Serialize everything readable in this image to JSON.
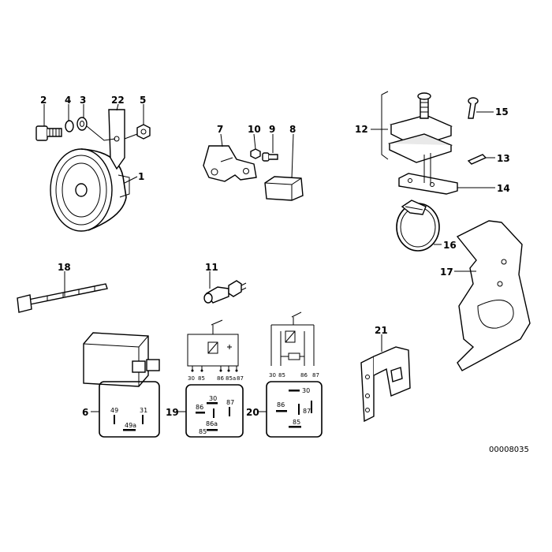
{
  "callouts": {
    "c1": "1",
    "c2": "2",
    "c3": "3",
    "c4": "4",
    "c5": "5",
    "c6": "6",
    "c7": "7",
    "c8": "8",
    "c9": "9",
    "c10": "10",
    "c11": "11",
    "c12": "12",
    "c13": "13",
    "c14": "14",
    "c15": "15",
    "c16": "16",
    "c17": "17",
    "c18": "18",
    "c19": "19",
    "c20": "20",
    "c21": "21",
    "c22": "22"
  },
  "relay_6": {
    "p49": "49",
    "p31": "31",
    "p49a": "49a"
  },
  "relay_19": {
    "s30": "30",
    "s85": "85",
    "s86": "86",
    "s85a": "85a",
    "s87": "87",
    "p30": "30",
    "p86": "86",
    "p86a": "86a",
    "p87": "87",
    "p85": "85"
  },
  "relay_20": {
    "s30": "30",
    "s85": "85",
    "s86": "86",
    "s87": "87",
    "p30": "30",
    "p86": "86",
    "p87": "87",
    "p85": "85"
  },
  "drawing_number": "00008035"
}
